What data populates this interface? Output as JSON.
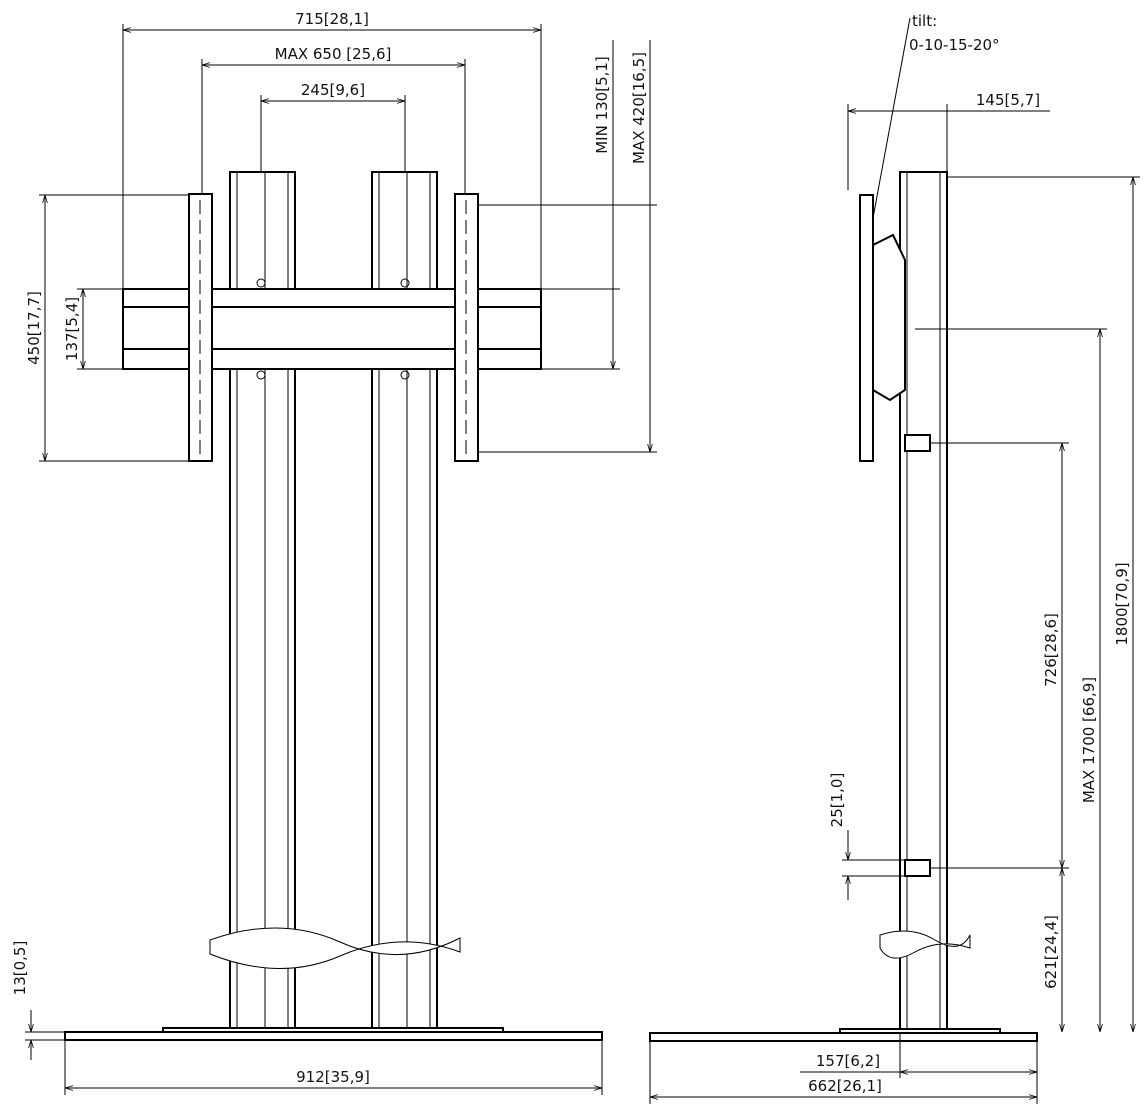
{
  "front_view": {
    "width_overall": "715[28,1]",
    "max_hole_width": "MAX 650 [25,6]",
    "column_spacing": "245[9,6]",
    "bracket_height": "450[17,7]",
    "crossbar_height": "137[5,4]",
    "min_vertical": "MIN 130[5,1]",
    "max_vertical": "MAX 420[16,5]",
    "base_thickness": "13[0,5]",
    "base_width": "912[35,9]"
  },
  "side_view": {
    "tilt_label": "tilt:",
    "tilt_values": "0-10-15-20°",
    "depth": "145[5,7]",
    "total_height": "1800[70,9]",
    "max_height": "MAX 1700 [66,9]",
    "height_726": "726[28,6]",
    "shelf_gap": "25[1,0]",
    "height_621": "621[24,4]",
    "column_offset": "157[6,2]",
    "base_depth": "662[26,1]"
  },
  "colors": {
    "line": "#000000",
    "background": "#ffffff"
  }
}
